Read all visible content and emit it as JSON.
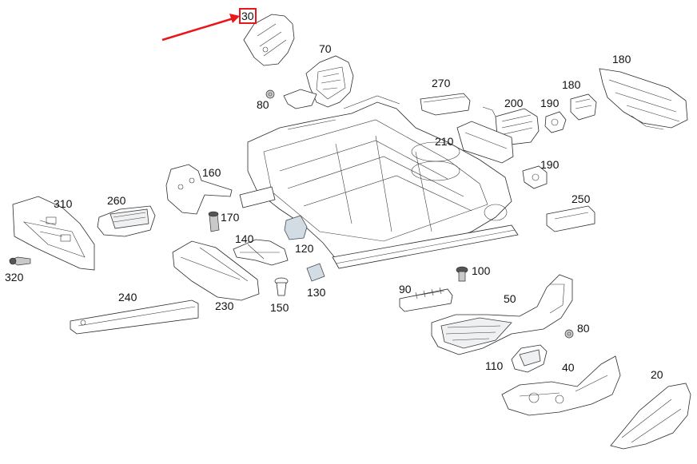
{
  "diagram": {
    "highlight_color": "#e8171c",
    "highlighted_callout": "30",
    "callouts": {
      "c30": "30",
      "c70": "70",
      "c80a": "80",
      "c270": "270",
      "c200": "200",
      "c190a": "190",
      "c180a": "180",
      "c180b": "180",
      "c210": "210",
      "c190b": "190",
      "c160": "160",
      "c310": "310",
      "c260": "260",
      "c170": "170",
      "c250": "250",
      "c140": "140",
      "c120": "120",
      "c320": "320",
      "c100": "100",
      "c130": "130",
      "c240": "240",
      "c230": "230",
      "c150": "150",
      "c90": "90",
      "c50": "50",
      "c80b": "80",
      "c110": "110",
      "c40": "40",
      "c20": "20"
    }
  }
}
